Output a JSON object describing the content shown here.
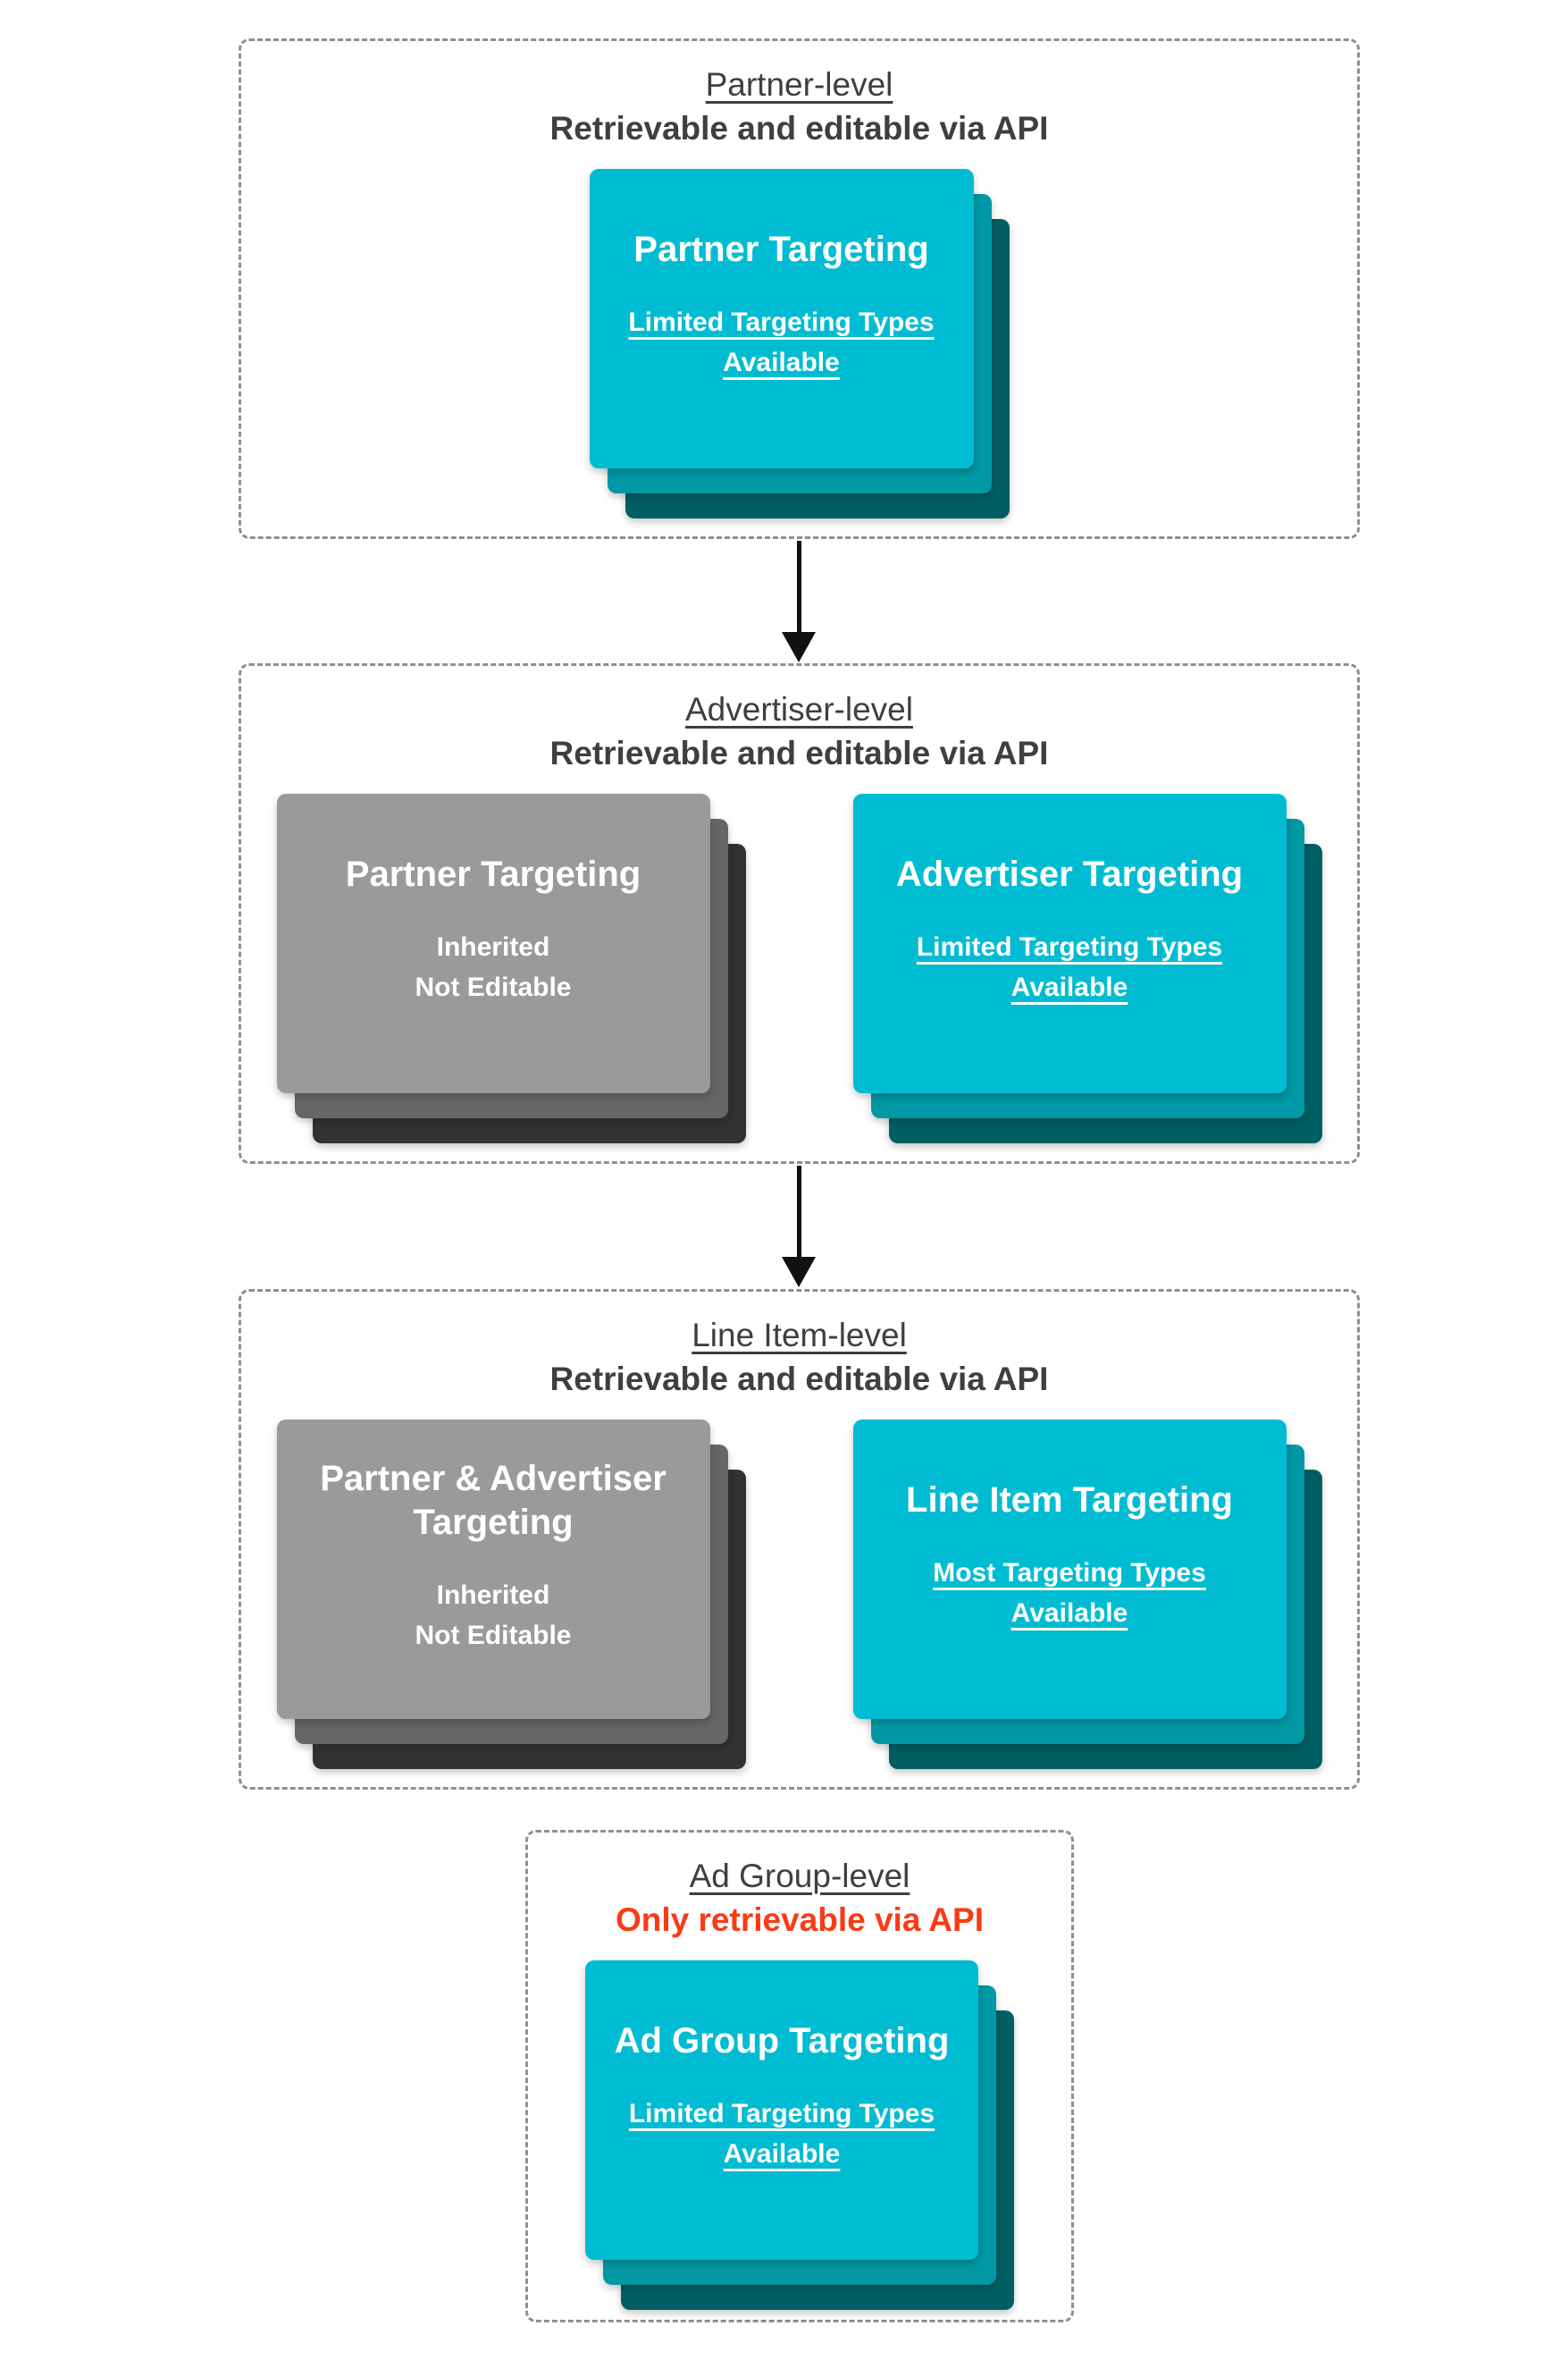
{
  "colors": {
    "cyan": "#00BCD2",
    "cyan-mid": "#0098A4",
    "cyan-dark": "#015F63",
    "gray": "#9A9A9A",
    "gray-mid": "#666666",
    "gray-dark": "#323232",
    "heading": "#3F3F3F",
    "red": "#F93B15",
    "card-text": "#FFFFFF",
    "border": "#8F8F8F",
    "arrow": "#111111"
  },
  "sections": [
    {
      "level": "Partner-level",
      "api_note": "Retrievable and editable via API",
      "cards": [
        {
          "style": "cyan",
          "title_lines": [
            "Partner Targeting"
          ],
          "sub_lines": [
            "Limited Targeting Types",
            "Available"
          ]
        }
      ]
    },
    {
      "level": "Advertiser-level",
      "api_note": "Retrievable and editable via API",
      "cards": [
        {
          "style": "gray",
          "title_lines": [
            "Partner Targeting"
          ],
          "sub_lines": [
            "Inherited",
            "Not Editable"
          ]
        },
        {
          "style": "cyan",
          "title_lines": [
            "Advertiser Targeting"
          ],
          "sub_lines": [
            "Limited Targeting Types",
            "Available"
          ]
        }
      ]
    },
    {
      "level": "Line Item-level",
      "api_note": "Retrievable and editable via API",
      "cards": [
        {
          "style": "gray",
          "title_lines": [
            "Partner & Advertiser",
            "Targeting"
          ],
          "sub_lines": [
            "Inherited",
            "Not Editable"
          ]
        },
        {
          "style": "cyan",
          "title_lines": [
            "Line Item Targeting"
          ],
          "sub_lines": [
            "Most Targeting Types",
            "Available"
          ]
        }
      ]
    },
    {
      "level": "Ad Group-level",
      "api_note": "Only retrievable via API",
      "cards": [
        {
          "style": "cyan",
          "title_lines": [
            "Ad Group Targeting"
          ],
          "sub_lines": [
            "Limited Targeting Types",
            "Available"
          ]
        }
      ]
    }
  ]
}
